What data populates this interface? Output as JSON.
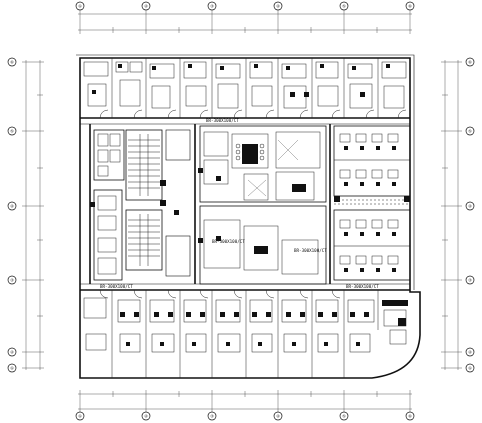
{
  "grid_top": [
    "①",
    "②",
    "③",
    "④",
    "⑤",
    "⑥"
  ],
  "grid_bottom": [
    "①",
    "②",
    "③",
    "④",
    "⑤",
    "⑥"
  ],
  "grid_left": [
    "⑥",
    "⑤",
    "④",
    "③",
    "②",
    "①"
  ],
  "grid_right": [
    "⑥",
    "⑤",
    "④",
    "③",
    "②",
    "①"
  ],
  "notes": [
    "BR-300X100/CT",
    "BR-300X100/CT",
    "BR-300X100/CT",
    "BR-300X100/CT",
    "BR-300X100/CT"
  ],
  "colors": {
    "ink": "#111111",
    "background": "#ffffff"
  }
}
